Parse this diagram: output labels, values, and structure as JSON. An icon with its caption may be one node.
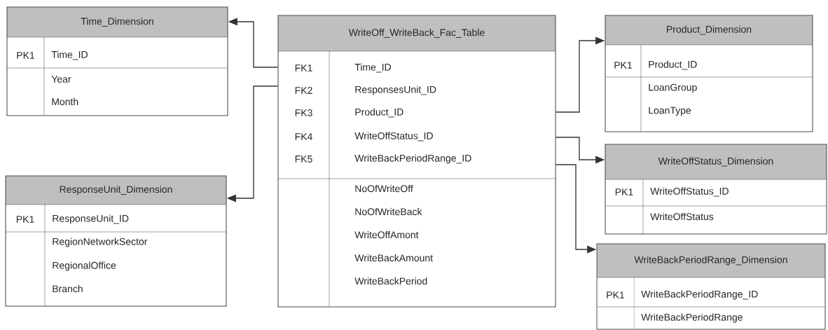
{
  "diagram": {
    "nodes": [
      {
        "text": [
          "Time_Dimension",
          "PK1",
          "Time_ID",
          "Year",
          "Month"
        ]
      },
      {
        "text": [
          "WriteOff_WriteBack_Fac_Table",
          "FK1",
          "Time_ID",
          "FK2",
          "ResponsesUnit_ID",
          "FK3",
          "Product_ID",
          "FK4",
          "WriteOffStatus_ID",
          "FK5",
          "WriteBackPeriodRange_ID",
          "NoOfWriteOff",
          "NoOfWriteBack",
          "WriteOffAmont",
          "WriteBackAmount",
          "WriteBackPeriod"
        ]
      },
      {
        "text": [
          "Product_Dimension",
          "PK1",
          "Product_ID",
          "LoanGroup",
          "LoanType"
        ]
      },
      {
        "text": [
          "WriteOffStatus_Dimension",
          "PK1",
          "WriteOffStatus_ID",
          "WriteOffStatus"
        ]
      },
      {
        "text": [
          "ResponseUnit_Dimension",
          "PK1",
          "ResponseUnit_ID",
          "RegionNetworkSector",
          "RegionalOffice",
          "Branch"
        ]
      },
      {
        "text": [
          "WriteBackPeriodRange_Dimension",
          "PK1",
          "WriteBackPeriodRange_ID",
          "WriteBackPeriodRange"
        ]
      }
    ],
    "edges": [
      {
        "from": 1,
        "to": 0,
        "arrow": "to"
      },
      {
        "from": 1,
        "to": 4,
        "arrow": "to"
      },
      {
        "from": 1,
        "to": 2,
        "arrow": "to"
      },
      {
        "from": 1,
        "to": 3,
        "arrow": "to"
      },
      {
        "from": 1,
        "to": 5,
        "arrow": "to"
      }
    ]
  }
}
